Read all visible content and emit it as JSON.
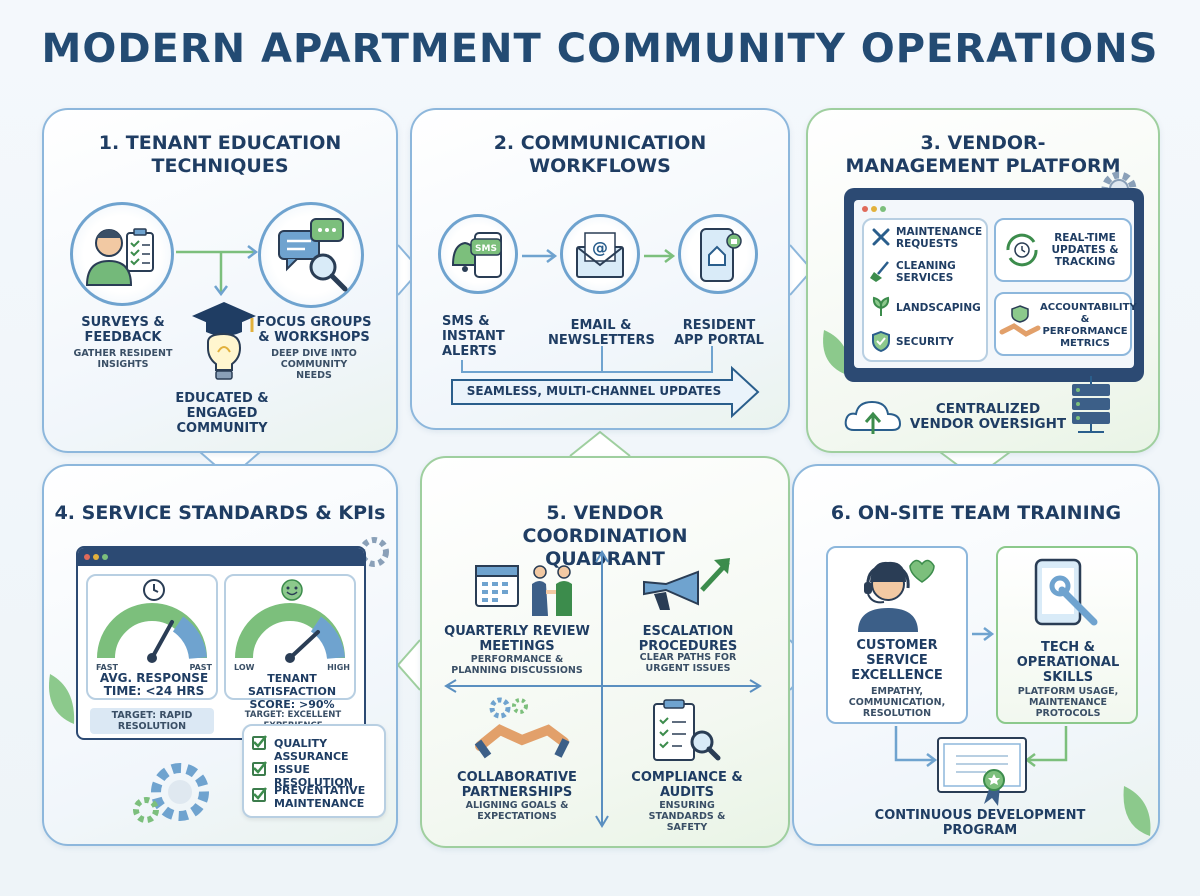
{
  "title": "MODERN APARTMENT COMMUNITY OPERATIONS",
  "panels": {
    "p1": {
      "title": "1. TENANT EDUCATION TECHNIQUES",
      "surveys": "SURVEYS & FEEDBACK",
      "surveys_sub": "GATHER RESIDENT INSIGHTS",
      "focus": "FOCUS GROUPS & WORKSHOPS",
      "focus_sub": "DEEP DIVE INTO COMMUNITY NEEDS",
      "educated": "EDUCATED & ENGAGED COMMUNITY"
    },
    "p2": {
      "title": "2. COMMUNICATION WORKFLOWS",
      "sms_badge": "SMS",
      "sms": "SMS & INSTANT ALERTS",
      "email": "EMAIL & NEWSLETTERS",
      "portal": "RESIDENT APP PORTAL",
      "arrow": "SEAMLESS, MULTI-CHANNEL UPDATES"
    },
    "p3": {
      "title": "3. VENDOR-MANAGEMENT PLATFORM",
      "maintenance": "MAINTENANCE REQUESTS",
      "cleaning": "CLEANING SERVICES",
      "landscaping": "LANDSCAPING",
      "security": "SECURITY",
      "realtime": "REAL-TIME UPDATES & TRACKING",
      "accountability": "ACCOUNTABILITY & PERFORMANCE METRICS",
      "centralized": "CENTRALIZED VENDOR OVERSIGHT"
    },
    "p4": {
      "title": "4. SERVICE STANDARDS & KPIs",
      "fast": "FAST",
      "past": "PAST",
      "low": "LOW",
      "high": "HIGH",
      "response": "AVG. RESPONSE TIME: <24 HRS",
      "satisfaction": "TENANT SATISFACTION SCORE: >90%",
      "target_rapid": "TARGET: RAPID RESOLUTION",
      "target_exp": "TARGET: EXCELLENT EXPERIENCE",
      "checks": [
        "QUALITY ASSURANCE",
        "ISSUE RESOLUTION",
        "PREVENTATIVE MAINTENANCE"
      ]
    },
    "p5": {
      "title": "5. VENDOR COORDINATION QUADRANT",
      "q1": "QUARTERLY REVIEW MEETINGS",
      "q1_sub": "PERFORMANCE & PLANNING DISCUSSIONS",
      "q2": "ESCALATION PROCEDURES",
      "q2_sub": "CLEAR PATHS FOR URGENT ISSUES",
      "q3": "COLLABORATIVE PARTNERSHIPS",
      "q3_sub": "ALIGNING GOALS & EXPECTATIONS",
      "q4": "COMPLIANCE & AUDITS",
      "q4_sub": "ENSURING STANDARDS & SAFETY"
    },
    "p6": {
      "title": "6. ON-SITE TEAM TRAINING",
      "cs": "CUSTOMER SERVICE EXCELLENCE",
      "cs_sub": "EMPATHY, COMMUNICATION, RESOLUTION",
      "tech": "TECH & OPERATIONAL SKILLS",
      "tech_sub": "PLATFORM USAGE, MAINTENANCE PROTOCOLS",
      "cdp": "CONTINUOUS DEVELOPMENT PROGRAM"
    }
  },
  "colors": {
    "navy": "#1f3d63",
    "blue": "#6fa3cf",
    "green": "#7cbf7c",
    "dark_green": "#3c8c4c"
  }
}
